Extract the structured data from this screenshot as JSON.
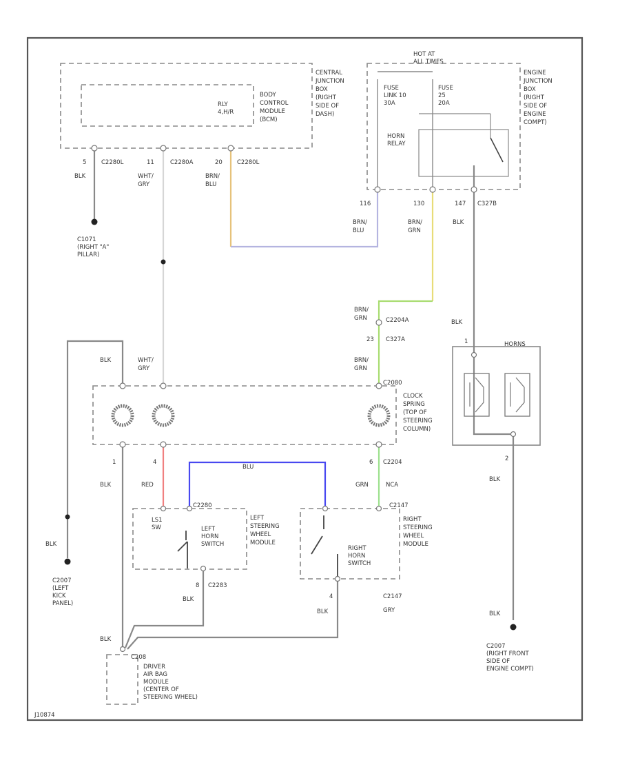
{
  "colors": {
    "black_wire": "#888888",
    "ground_dark": "#222222",
    "wht_gry": "#d6d6d6",
    "brn_blu_a": "#e6c27a",
    "brn_blu_b": "#b4b4e0",
    "brn_grn_a": "#e8dc78",
    "brn_grn_b": "#a8dc70",
    "red": "#f08080",
    "blue": "#4848f0",
    "green": "#9ce08c"
  },
  "modules": {
    "cjb": [
      "CENTRAL",
      "JUNCTION",
      "BOX",
      "(RIGHT",
      "SIDE OF",
      "DASH)"
    ],
    "bcm": [
      "BODY",
      "CONTROL",
      "MODULE",
      "(BCM)"
    ],
    "relay_driver": [
      "RLY",
      "4,H/R"
    ],
    "hot_at": [
      "HOT AT",
      "ALL TIMES"
    ],
    "fuse1": [
      "FUSE",
      "LINK 10",
      "30A"
    ],
    "fuse2": [
      "FUSE",
      "25",
      "20A"
    ],
    "horn_relay": [
      "HORN",
      "RELAY"
    ],
    "ejb": [
      "ENGINE",
      "JUNCTION",
      "BOX",
      "(RIGHT",
      "SIDE OF",
      "ENGINE",
      "COMPT)"
    ],
    "horn": "HORNS",
    "clock_spring": [
      "CLOCK",
      "SPRING",
      "(TOP OF",
      "STEERING",
      "COLUMN)"
    ],
    "lsw_module": [
      "LEFT",
      "STEERING",
      "WHEEL",
      "MODULE"
    ],
    "ls1_sw": [
      "LS1",
      "SW"
    ],
    "left_horn_sw": [
      "LEFT",
      "HORN",
      "SWITCH"
    ],
    "rsw_module": [
      "RIGHT",
      "STEERING",
      "WHEEL",
      "MODULE"
    ],
    "right_horn_sw": [
      "RIGHT",
      "HORN",
      "SWITCH"
    ],
    "air_bag": [
      "DRIVER",
      "AIR BAG",
      "MODULE",
      "(CENTER OF",
      "STEERING WHEEL)"
    ]
  },
  "grounds": {
    "g1": [
      "C1071",
      "(RIGHT \"A\"",
      "PILLAR)"
    ],
    "g2": [
      "C2007",
      "(LEFT",
      "KICK",
      "PANEL)"
    ],
    "g3": [
      "C2007",
      "(RIGHT FRONT",
      "SIDE OF",
      "ENGINE COMPT)"
    ]
  },
  "pins": {
    "p5": "5",
    "c2280a": "C2280L",
    "p11": "11",
    "c2280b": "C2280A",
    "p20": "20",
    "c2280c": "C2280L",
    "p116": "116",
    "p130": "130",
    "p147": "147",
    "c327b": "C327B",
    "c2204a": "C2204A",
    "p23": "23",
    "c327a": "C327A",
    "c2080": "C2080",
    "cs1": "1",
    "cs4": "4",
    "cs6": "6",
    "c2204": "C2204",
    "c2280": "C2280",
    "c2147": "C2147",
    "p8": "8",
    "c2283": "C2283",
    "p4": "4",
    "c2147b": "C2147",
    "gry2": "GRY",
    "h1": "1",
    "h2": "2",
    "c208": "C208",
    "diag_id": "J10874"
  },
  "wires": {
    "blk_g1": "BLK",
    "wht_gry": [
      "WHT/",
      "GRY"
    ],
    "brn_blu_top": [
      "BRN/",
      "BLU"
    ],
    "brn_blu_mid": [
      "BRN/",
      "BLU"
    ],
    "brn_grn_mid": [
      "BRN/",
      "GRN"
    ],
    "blk_ejb": "BLK",
    "brn_grn_c": [
      "BRN/",
      "GRN"
    ],
    "blk_horn_top": "BLK",
    "blk_left_top": "BLK",
    "wht_gry_cs": [
      "WHT/",
      "GRY"
    ],
    "brn_grn_cs": [
      "BRN/",
      "GRN"
    ],
    "blk_left_mid": "BLK",
    "red": "RED",
    "blu": "BLU",
    "grn": "GRN",
    "nca": "NCA",
    "blk_horn_mid": "BLK",
    "blk_g2": "BLK",
    "blk_lhs": "BLK",
    "blk_rhs": "BLK",
    "blk_g3": "BLK",
    "blk_ab": "BLK"
  }
}
